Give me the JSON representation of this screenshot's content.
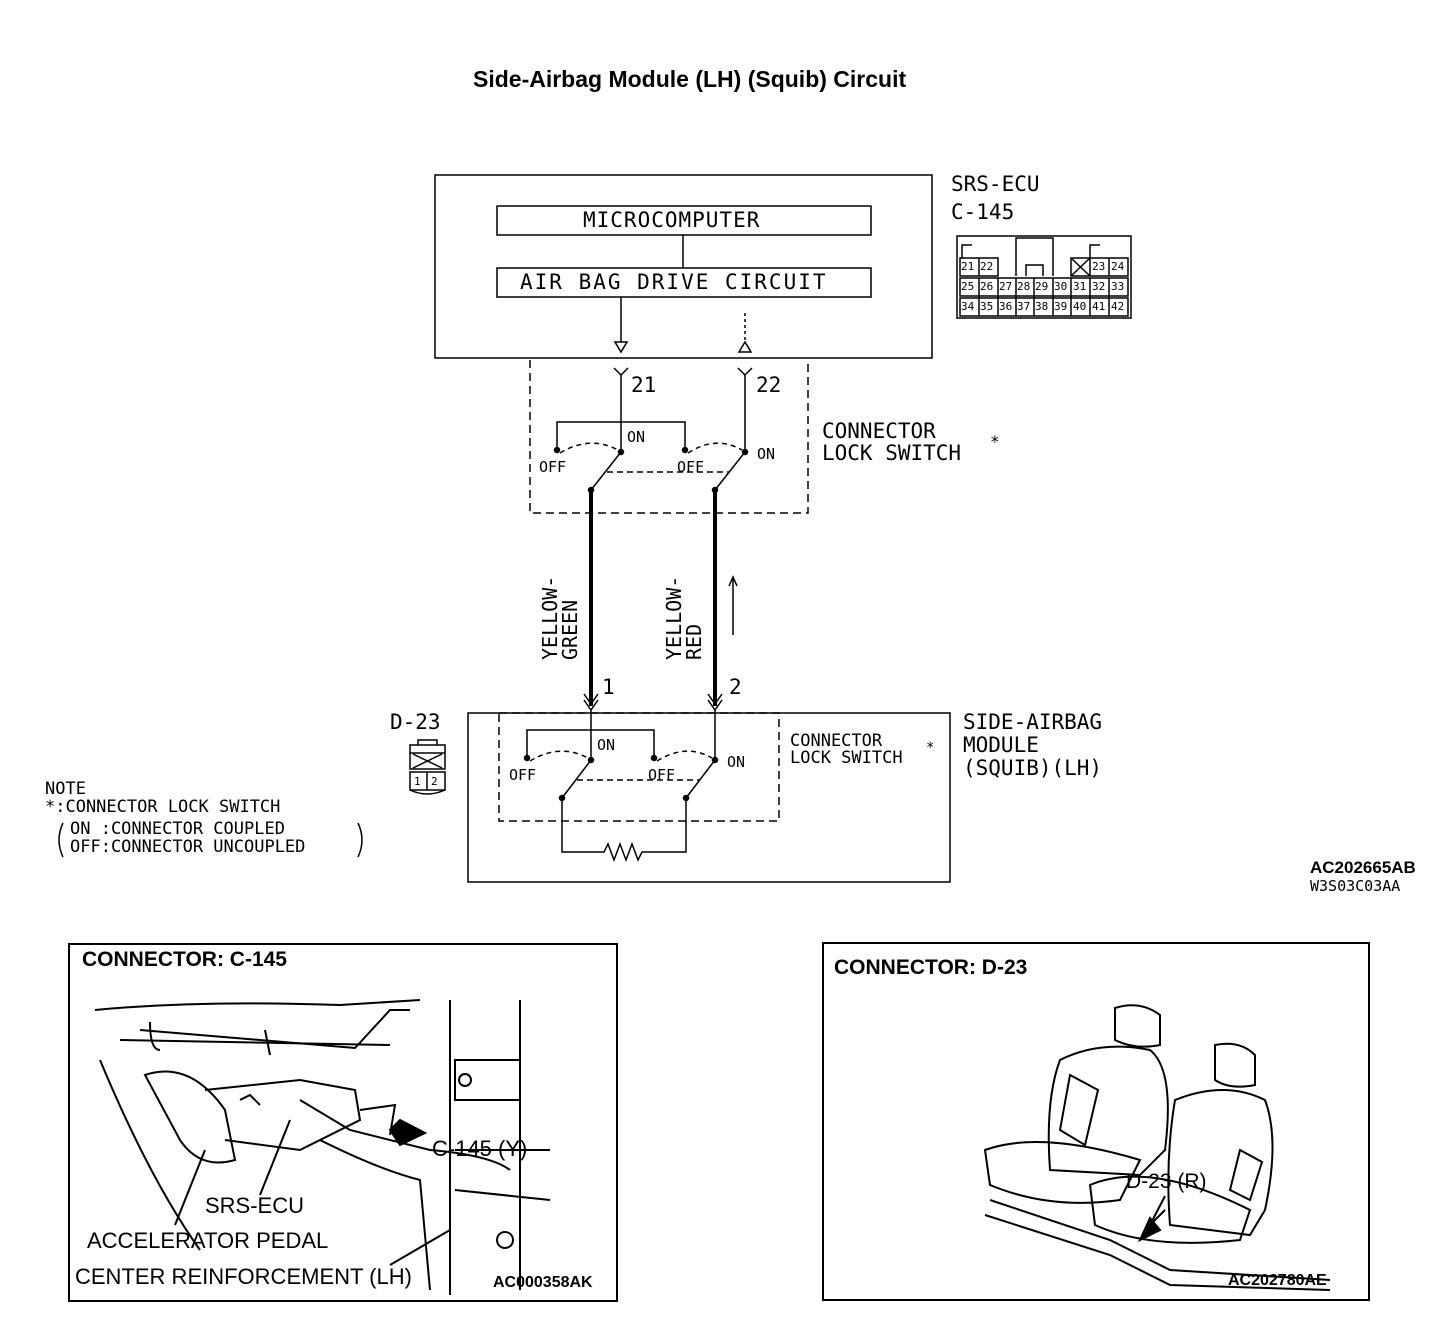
{
  "title": "Side-Airbag Module (LH) (Squib) Circuit",
  "ecu": {
    "name": "SRS-ECU",
    "connector": "C-145",
    "microcomputer": "MICROCOMPUTER",
    "drive_circuit": "AIR BAG DRIVE CIRCUIT",
    "pin_a": "21",
    "pin_b": "22",
    "pinout_rows": [
      [
        "21",
        "22",
        "",
        "",
        "",
        "",
        "",
        "",
        "23",
        "24"
      ],
      [
        "25",
        "26",
        "27",
        "28",
        "29",
        "30",
        "31",
        "32",
        "33"
      ],
      [
        "34",
        "35",
        "36",
        "37",
        "38",
        "39",
        "40",
        "41",
        "42"
      ]
    ]
  },
  "switch": {
    "label_line1": "CONNECTOR",
    "label_line2": "LOCK SWITCH",
    "asterisk": "*",
    "on": "ON",
    "off": "OFF"
  },
  "wires": {
    "wire_a_line1": "YELLOW-",
    "wire_a_line2": "GREEN",
    "wire_b_line1": "YELLOW-",
    "wire_b_line2": "RED"
  },
  "module": {
    "connector": "D-23",
    "pin_a": "1",
    "pin_b": "2",
    "name_line1": "SIDE-AIRBAG",
    "name_line2": "MODULE",
    "name_line3": "(SQUIB)(LH)",
    "switch_line1": "CONNECTOR",
    "switch_line2": "LOCK SWITCH",
    "on_a": "ON",
    "on_b": "ON",
    "off": "OFF",
    "d23_pins": [
      "1",
      "2"
    ]
  },
  "note": {
    "line1": "NOTE",
    "line2": "*:CONNECTOR LOCK SWITCH",
    "line3": "ON :CONNECTOR COUPLED",
    "line4": "OFF:CONNECTOR UNCOUPLED"
  },
  "codes": {
    "main": "AC202665AB",
    "sub": "W3S03C03AA"
  },
  "panel_left": {
    "heading": "CONNECTOR: C-145",
    "callout": "C-145 (Y)",
    "label_ecu": "SRS-ECU",
    "label_pedal": "ACCELERATOR PEDAL",
    "label_reinf": "CENTER REINFORCEMENT (LH)",
    "code": "AC000358AK"
  },
  "panel_right": {
    "heading": "CONNECTOR: D-23",
    "callout": "D-23 (R)",
    "code": "AC202780AE"
  }
}
